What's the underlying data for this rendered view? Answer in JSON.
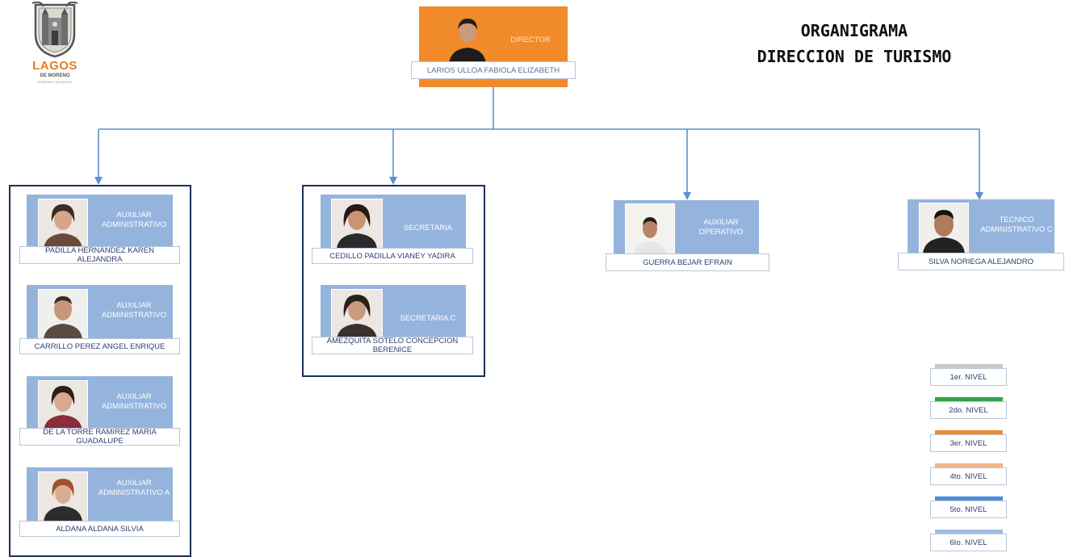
{
  "header": {
    "logo_text": "LAGOS",
    "logo_subtext": "DE MORENO",
    "logo_tagline": "GOBIERNO MUNICIPAL",
    "title_line1": "ORGANIGRAMA",
    "title_line2": "DIRECCION DE TURISMO"
  },
  "director": {
    "role": "DIRECTOR",
    "name": "LARIOS ULLOA FABIOLA ELIZABETH"
  },
  "groups": [
    {
      "cards": [
        {
          "role": "AUXILIAR ADMINISTRATIVO",
          "name": "PADILLA HERNANDEZ KAREN ALEJANDRA"
        },
        {
          "role": "AUXILIAR ADMINISTRATIVO",
          "name": "CARRILLO PEREZ ANGEL ENRIQUE"
        },
        {
          "role": "AUXILIAR ADMINISTRATIVO",
          "name": "DE LA TORRE RAMIREZ MARIA GUADALUPE"
        },
        {
          "role": "AUXILIAR ADMINISTRATIVO A",
          "name": "ALDANA ALDANA SILVIA"
        }
      ]
    },
    {
      "cards": [
        {
          "role": "SECRETARIA",
          "name": "CEDILLO PADILLA VIANEY YADIRA"
        },
        {
          "role": "SECRETARIA C",
          "name": "AMEZQUITA SOTELO CONCEPCION BERENICE"
        }
      ]
    },
    {
      "cards": [
        {
          "role": "AUXILIAR OPERATIVO",
          "name": "GUERRA BEJAR EFRAIN"
        }
      ]
    },
    {
      "cards": [
        {
          "role": "TECNICO ADMINISTRATIVO C",
          "name": "SILVA NORIEGA ALEJANDRO"
        }
      ]
    }
  ],
  "legend": {
    "items": [
      {
        "label": "1er. NIVEL",
        "color": "#c9c9c9"
      },
      {
        "label": "2do. NIVEL",
        "color": "#2aa84a"
      },
      {
        "label": "3er. NIVEL",
        "color": "#f08a2a"
      },
      {
        "label": "4to. NIVEL",
        "color": "#f2b48c"
      },
      {
        "label": "5to. NIVEL",
        "color": "#4a90d9"
      },
      {
        "label": "6to. NIVEL",
        "color": "#9fbde3"
      }
    ]
  },
  "colors": {
    "connector": "#5b8fd0",
    "card_blue": "#95b4dd",
    "director_orange": "#f08a2a",
    "group_border": "#1e2f5a"
  }
}
